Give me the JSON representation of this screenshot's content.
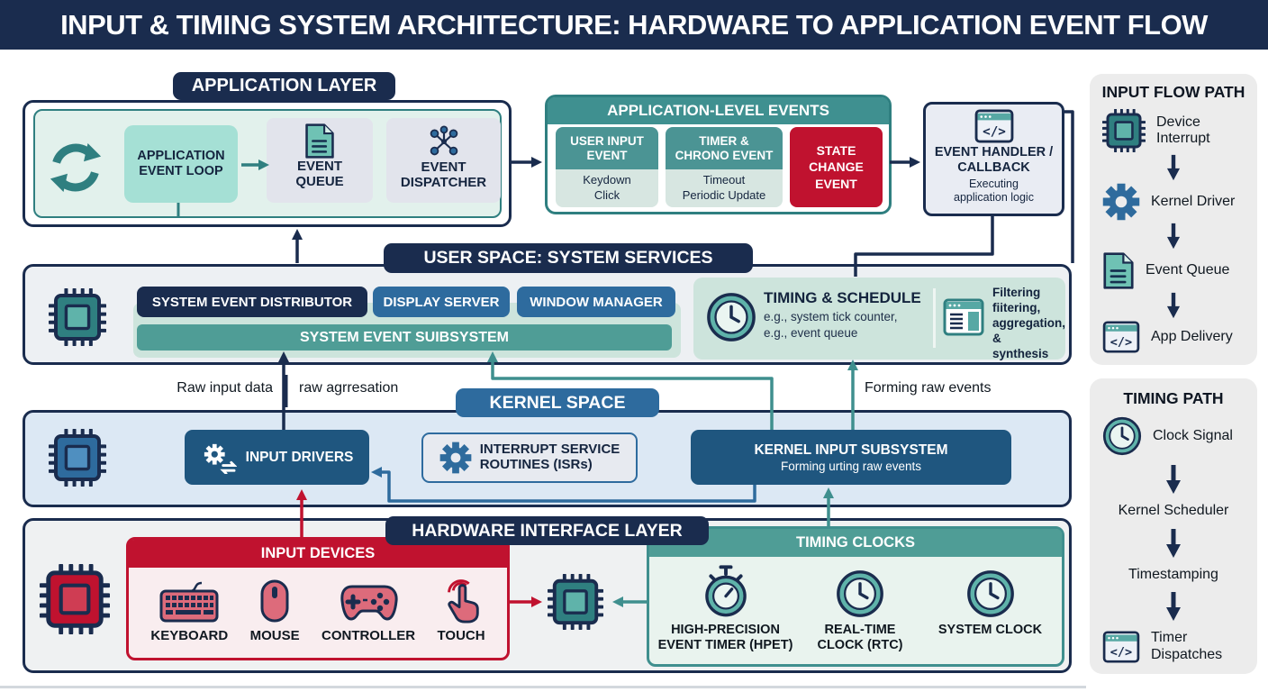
{
  "title": "INPUT & TIMING SYSTEM ARCHITECTURE: HARDWARE TO APPLICATION EVENT FLOW",
  "application_layer": {
    "header": "APPLICATION LAYER",
    "event_loop_label": "APPLICATION EVENT LOOP",
    "event_queue_label": "EVENT QUEUE",
    "event_dispatcher_label": "EVENT DISPATCHER"
  },
  "app_events": {
    "header": "APPLICATION-LEVEL EVENTS",
    "user_input": {
      "title": "USER INPUT EVENT",
      "line1": "Keydown",
      "line2": "Click"
    },
    "timer_chrono": {
      "title": "TIMER & CHRONO EVENT",
      "line1": "Timeout",
      "line2": "Periodic Update"
    },
    "state_change": {
      "title": "STATE CHANGE EVENT"
    }
  },
  "event_handler": {
    "title": "EVENT HANDLER / CALLBACK",
    "subtitle": "Executing application logic",
    "icon": "code-window-icon"
  },
  "user_space": {
    "header": "USER SPACE: SYSTEM SERVICES",
    "distributor": "SYSTEM EVENT DISTRIBUTOR",
    "display_server": "DISPLAY SERVER",
    "window_manager": "WINDOW MANAGER",
    "subsystem_bar": "SYSTEM EVENT SUIBSYSTEM",
    "timing_schedule": {
      "title": "TIMING & SCHEDULE",
      "line1": "e.g., system tick counter,",
      "line2": "e.g., event queue",
      "icon": "clock-icon"
    },
    "filtering": {
      "line1": "Filtering",
      "line2": "fiitering,",
      "line3": "aggregation, &",
      "line4": "synthesis",
      "icon": "window-list-icon"
    }
  },
  "kernel_space": {
    "header": "KERNEL SPACE",
    "input_drivers": "INPUT DRIVERS",
    "isr_line1": "INTERRUPT SERVICE",
    "isr_line2": "ROUTINES (ISRs)",
    "subsystem_title": "KERNEL INPUT SUBSYSTEM",
    "subsystem_subtitle": "Forming urting raw events"
  },
  "flow_labels": {
    "raw_input": "Raw input data",
    "raw_aggregation": "raw agrresation",
    "forming_raw_events": "Forming raw events"
  },
  "hardware": {
    "header": "HARDWARE INTERFACE LAYER",
    "input_devices": {
      "header": "INPUT DEVICES",
      "devices": [
        {
          "label": "KEYBOARD",
          "icon": "keyboard-icon"
        },
        {
          "label": "MOUSE",
          "icon": "mouse-icon"
        },
        {
          "label": "CONTROLLER",
          "icon": "gamepad-icon"
        },
        {
          "label": "TOUCH",
          "icon": "touch-icon"
        }
      ]
    },
    "timing_clocks": {
      "header": "TIMING CLOCKS",
      "clocks": [
        {
          "label": "HIGH-PRECISION EVENT TIMER (HPET)",
          "icon": "stopwatch-icon"
        },
        {
          "label": "REAL-TIME CLOCK (RTC)",
          "icon": "clock-icon"
        },
        {
          "label": "SYSTEM CLOCK",
          "icon": "clock-icon"
        }
      ]
    }
  },
  "input_flow_path": {
    "title": "INPUT FLOW PATH",
    "steps": [
      {
        "icon": "chip-icon",
        "label": "Device Interrupt"
      },
      {
        "icon": "gear-icon",
        "label": "Kernel Driver"
      },
      {
        "icon": "document-icon",
        "label": "Event Queue"
      },
      {
        "icon": "code-window-icon",
        "label": "App Delivery"
      }
    ]
  },
  "timing_path": {
    "title": "TIMING PATH",
    "steps": [
      {
        "icon": "clock-icon",
        "label": "Clock Signal"
      },
      {
        "icon": "",
        "label": "Kernel Scheduler"
      },
      {
        "icon": "",
        "label": "Timestamping"
      },
      {
        "icon": "code-window-icon",
        "label": "Timer Dispatches"
      }
    ]
  },
  "colors": {
    "navy": "#1a2c4e",
    "teal": "#3f8f8e",
    "teal_light": "#5fb3aa",
    "blue": "#2e6b9d",
    "blue_dark": "#1f567f",
    "red": "#c0122f",
    "panel_teal_bg": "#cde4dc",
    "kernel_bg": "#dce8f4"
  }
}
